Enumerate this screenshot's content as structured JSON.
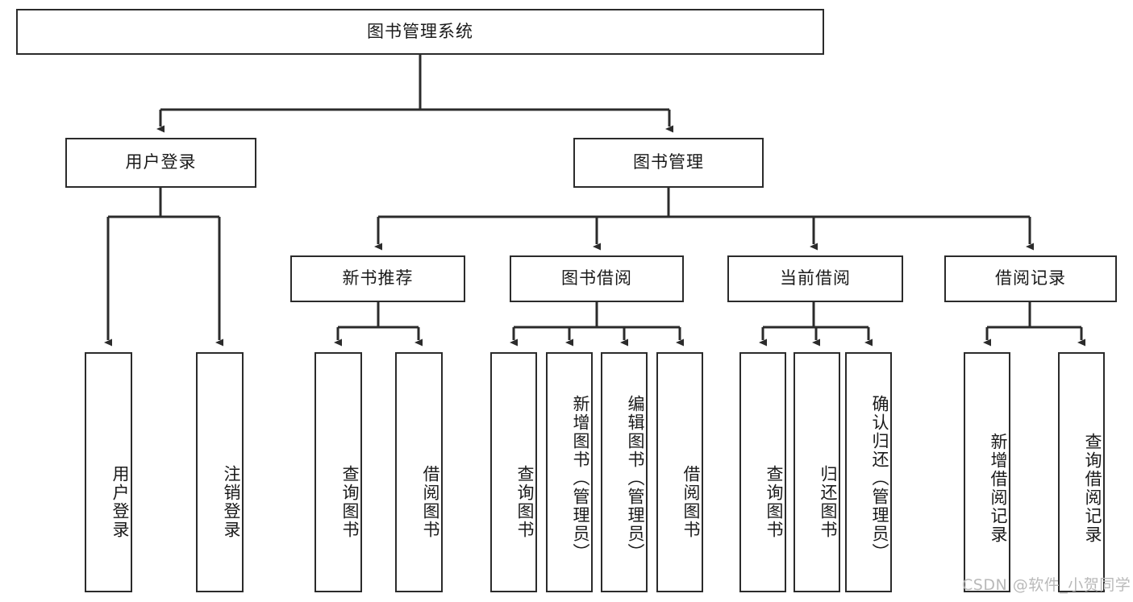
{
  "diagram": {
    "type": "hierarchy-tree",
    "title_node": "图书管理系统",
    "watermark": "CSDN @软件_小贺同学",
    "colors": {
      "stroke": "#2b2b2b",
      "fill": "#ffffff",
      "text": "#1a1a1a",
      "watermark": "#b9b9b9"
    },
    "levels": {
      "level1": [
        {
          "id": "root",
          "label": "图书管理系统"
        }
      ],
      "level2": [
        {
          "id": "user-login",
          "label": "用户登录"
        },
        {
          "id": "book-manage",
          "label": "图书管理"
        }
      ],
      "level3": [
        {
          "id": "new-book-rec",
          "label": "新书推荐"
        },
        {
          "id": "book-borrow",
          "label": "图书借阅"
        },
        {
          "id": "current-borrow",
          "label": "当前借阅"
        },
        {
          "id": "borrow-record",
          "label": "借阅记录"
        }
      ],
      "level4": [
        {
          "id": "leaf-user-login",
          "label": "用户登录",
          "parent": "user-login"
        },
        {
          "id": "leaf-user-logout",
          "label": "注销登录",
          "parent": "user-login"
        },
        {
          "id": "leaf-query-book-1",
          "label": "查询图书",
          "parent": "new-book-rec"
        },
        {
          "id": "leaf-borrow-book-1",
          "label": "借阅图书",
          "parent": "new-book-rec"
        },
        {
          "id": "leaf-query-book-2",
          "label": "查询图书",
          "parent": "book-borrow"
        },
        {
          "id": "leaf-add-book",
          "label": "新增图书（管理员）",
          "parent": "book-borrow"
        },
        {
          "id": "leaf-edit-book",
          "label": "编辑图书（管理员）",
          "parent": "book-borrow"
        },
        {
          "id": "leaf-borrow-book-2",
          "label": "借阅图书",
          "parent": "book-borrow"
        },
        {
          "id": "leaf-query-book-3",
          "label": "查询图书",
          "parent": "current-borrow"
        },
        {
          "id": "leaf-return-book",
          "label": "归还图书",
          "parent": "current-borrow"
        },
        {
          "id": "leaf-confirm-return",
          "label": "确认归还（管理员）",
          "parent": "current-borrow"
        },
        {
          "id": "leaf-add-record",
          "label": "新增借阅记录",
          "parent": "borrow-record"
        },
        {
          "id": "leaf-query-record",
          "label": "查询借阅记录",
          "parent": "borrow-record"
        }
      ]
    }
  }
}
